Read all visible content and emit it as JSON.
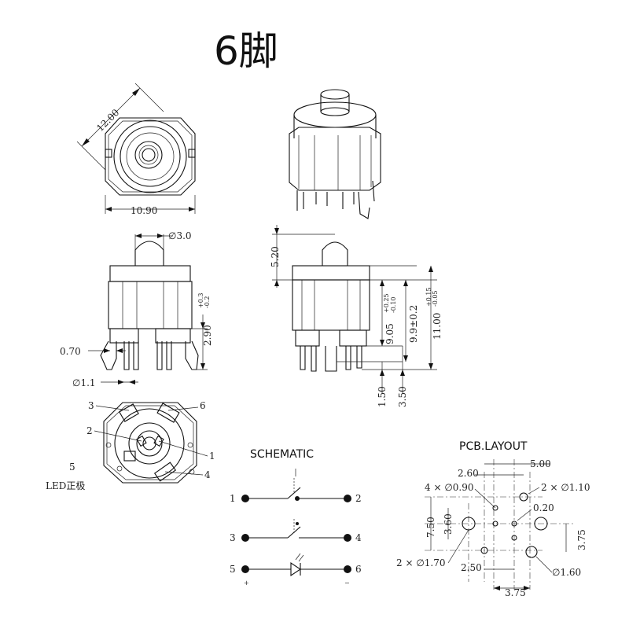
{
  "title": "6脚",
  "top_view": {
    "diag": "12.00",
    "width": "10.90"
  },
  "side_view": {
    "cap_dia": "∅3.0",
    "pin_w": "0.70",
    "pin_dia": "∅1.1",
    "h_main": "2.90",
    "h_tol_up": "+0.3",
    "h_tol_dn": "-0.2"
  },
  "elev_view": {
    "d520": "5.20",
    "d905": "9.05",
    "d905_up": "+0.25",
    "d905_dn": "-0.10",
    "d99": "9.9±0.2",
    "d1100": "11.00",
    "d1100_up": "+0.15",
    "d1100_dn": "-0.05",
    "d150": "1.50",
    "d350": "3.50"
  },
  "bottom_view": {
    "pins": [
      "3",
      "6",
      "2",
      "1",
      "5",
      "4"
    ],
    "led_label": "LED正极"
  },
  "schematic": {
    "heading": "SCHEMATIC",
    "left_pins": [
      "1",
      "3",
      "5"
    ],
    "right_pins": [
      "2",
      "4",
      "6"
    ],
    "plus": "+",
    "minus": "−"
  },
  "pcb": {
    "heading": "PCB.LAYOUT",
    "d500": "5.00",
    "d260": "2.60",
    "holes_090": "4 × ∅0.90",
    "holes_110": "2 × ∅1.10",
    "d020": "0.20",
    "d750": "7.50",
    "d360": "3.60",
    "d375v": "3.75",
    "holes_170": "2 × ∅1.70",
    "d250": "2.50",
    "hole_160": "∅1.60",
    "d375h": "3.75"
  }
}
